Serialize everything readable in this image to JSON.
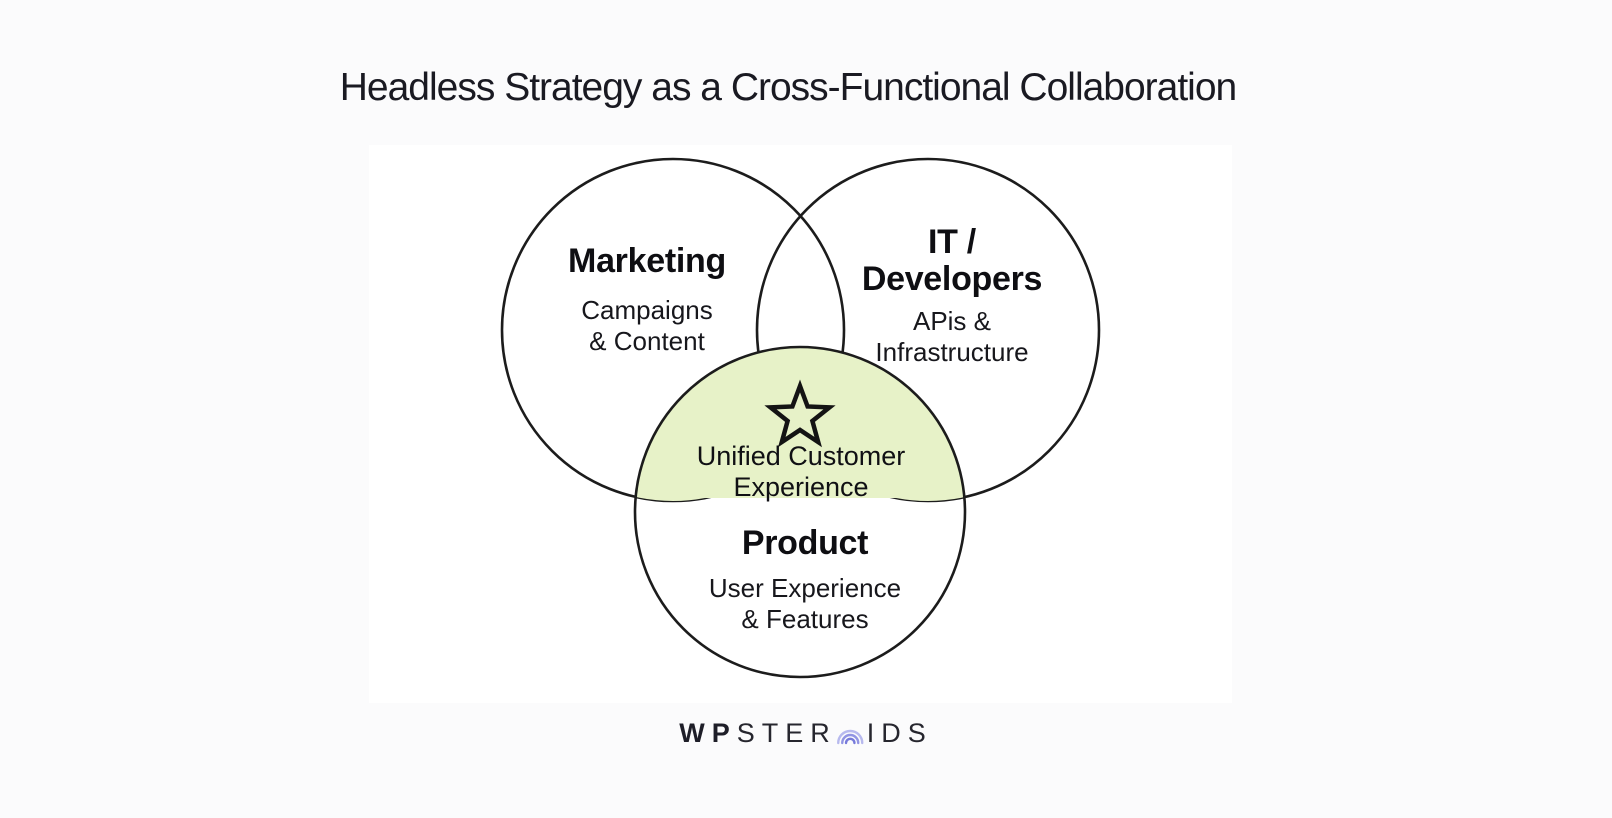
{
  "title": "Headless Strategy as a Cross-Functional Collaboration",
  "colors": {
    "page_bg": "#fbfbfc",
    "panel_bg": "#ffffff",
    "circle_stroke": "#1c1c1c",
    "intersection_fill": "#e7f2c8",
    "star_stroke": "#141414",
    "label_text": "#0e0e12",
    "logo_text": "#1e1e28",
    "logo_arc_outer": "#b7b9ee",
    "logo_arc_middle": "#9194e4",
    "logo_arc_inner": "#777bdb"
  },
  "venn": {
    "marketing": {
      "title": "Marketing",
      "sub_line1": "Campaigns",
      "sub_line2": "& Content"
    },
    "it": {
      "title_line1": "IT /",
      "title_line2": "Developers",
      "sub_line1": "APis &",
      "sub_line2": "Infrastructure"
    },
    "product": {
      "title": "Product",
      "sub_line1": "User Experience",
      "sub_line2": "& Features"
    },
    "center": {
      "icon": "star-icon",
      "line1": "Unified Customer",
      "line2": "Experience"
    }
  },
  "footer": {
    "logo_wp": "WP",
    "logo_ster": "STER",
    "logo_ids": "IDS",
    "logo_icon": "arcs-icon"
  }
}
